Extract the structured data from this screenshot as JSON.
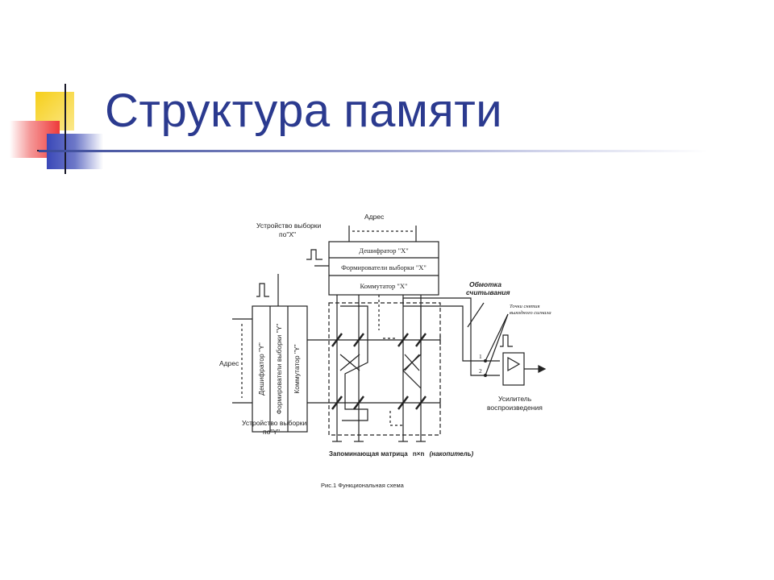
{
  "slide": {
    "title": "Структура памяти"
  },
  "diagram": {
    "address_top": "Адрес",
    "select_x_line1": "Устройство выборки",
    "select_x_line2": "по\"X\"",
    "x_blocks": [
      "Дешифратор \"X\"",
      "Формирователи выборки \"X\"",
      "Коммутатор \"X\""
    ],
    "y_blocks": [
      "Дешифратор \"Y\"",
      "Формирователи выборки \"Y\"",
      "Коммутатор \"Y\""
    ],
    "address_left": "Адрес",
    "select_y_line1": "Устройство выборки",
    "select_y_line2": "по\"Y\"",
    "read_winding_line1": "Обмотка",
    "read_winding_line2": "считывания",
    "tap_points_line1": "Точки снятия",
    "tap_points_line2": "выходного сигнала",
    "pin_1": "1",
    "pin_2": "2",
    "amplifier_line1": "Усилитель",
    "amplifier_line2": "воспроизведения",
    "matrix_label_prefix": "Запоминающая матрица",
    "matrix_size": "n×n",
    "matrix_label_suffix": "(накопитель)",
    "caption": "Рис.1 Функциональная схема"
  },
  "colors": {
    "title": "#2b3a8f",
    "accent_yellow": "#f6cf1a",
    "accent_red": "#ee3a3a",
    "accent_blue": "#3a48b8"
  }
}
